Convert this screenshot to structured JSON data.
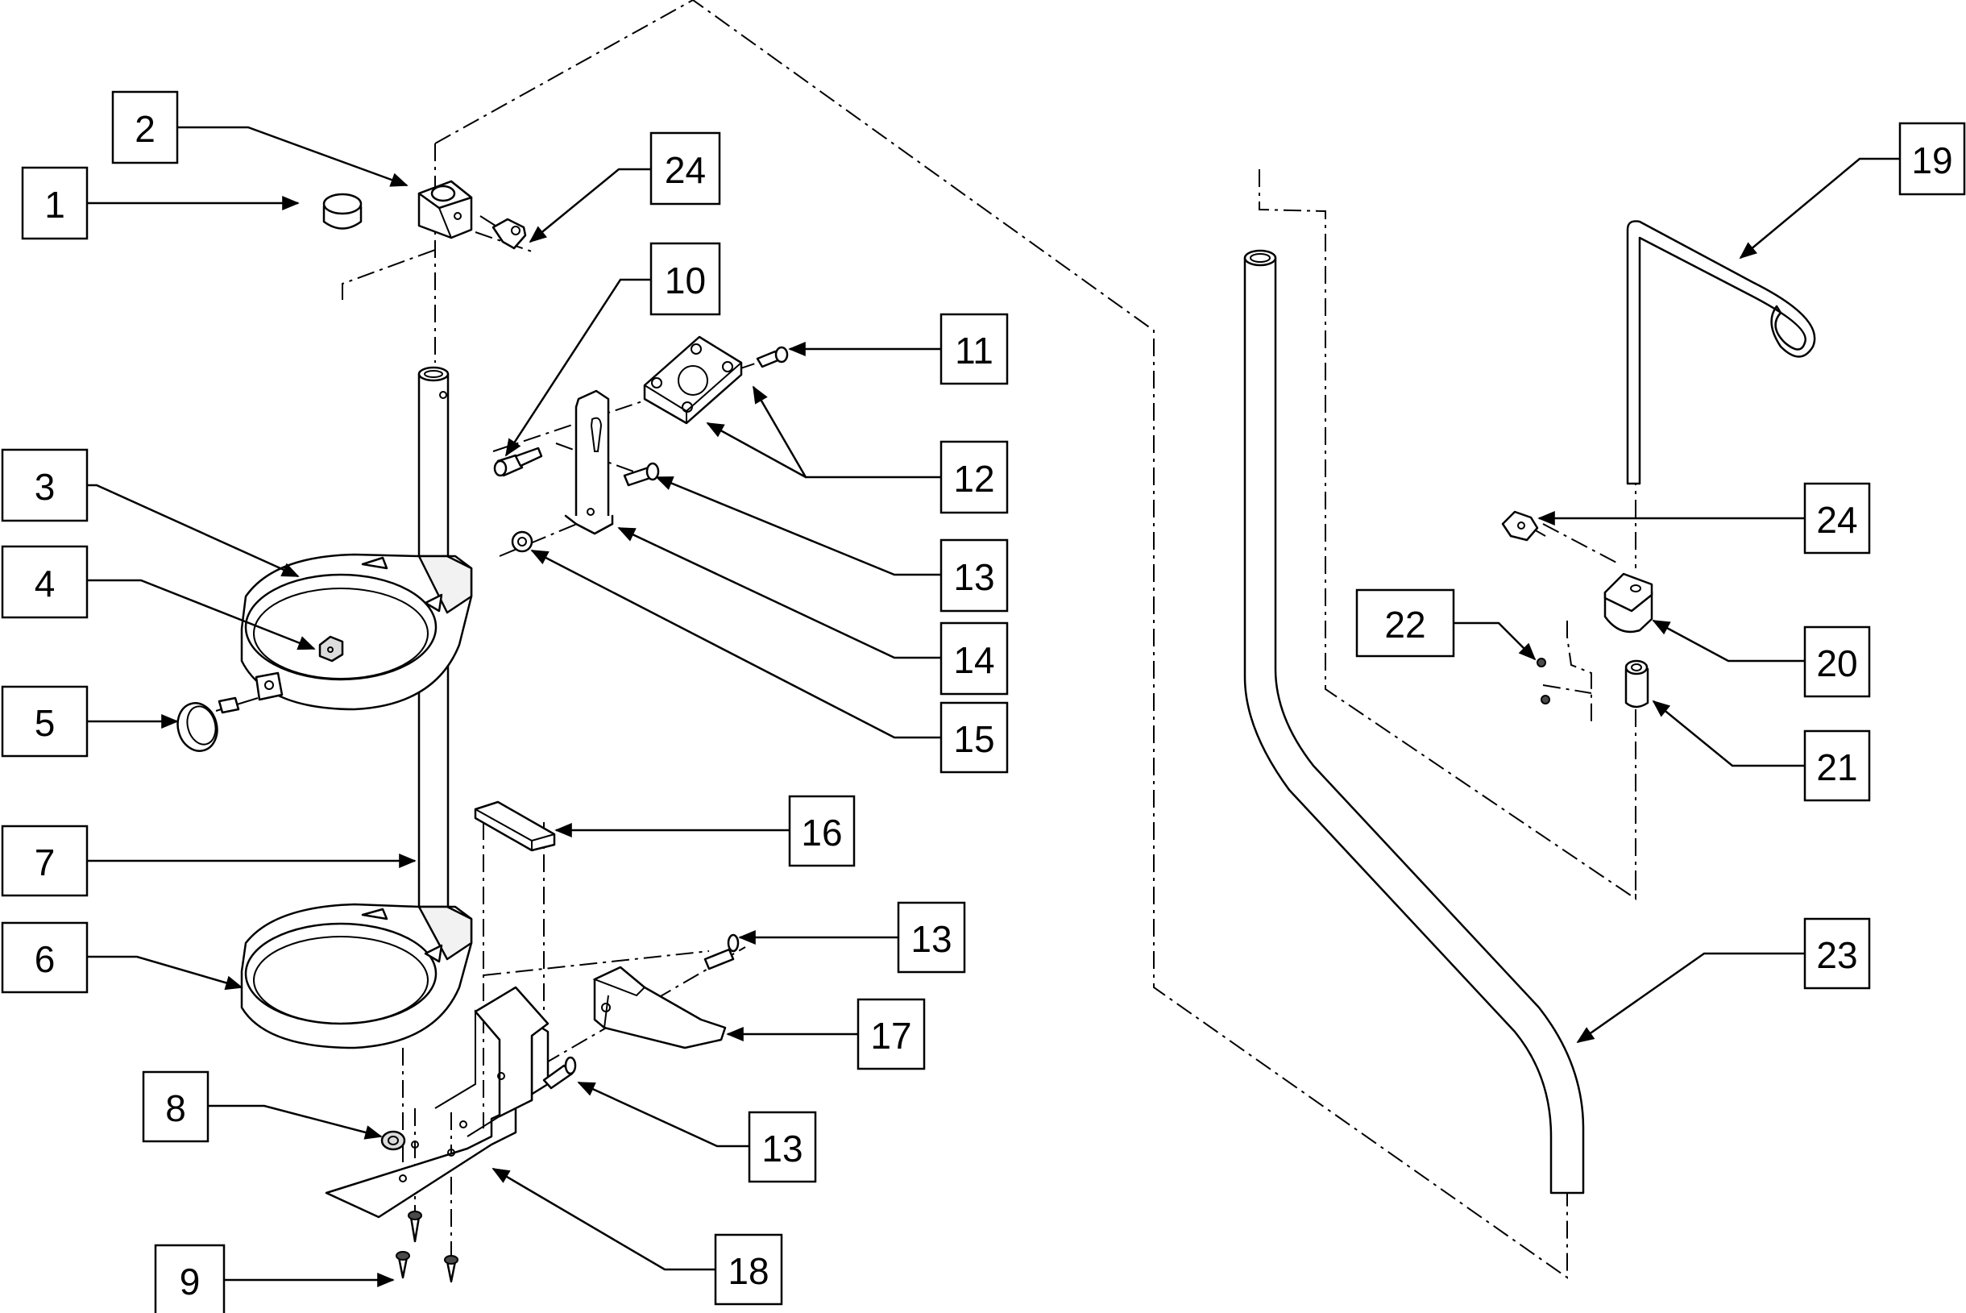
{
  "callouts": [
    {
      "id": "c1",
      "label": "1"
    },
    {
      "id": "c2",
      "label": "2"
    },
    {
      "id": "c24a",
      "label": "24"
    },
    {
      "id": "c10",
      "label": "10"
    },
    {
      "id": "c11",
      "label": "11"
    },
    {
      "id": "c12",
      "label": "12"
    },
    {
      "id": "c3",
      "label": "3"
    },
    {
      "id": "c4",
      "label": "4"
    },
    {
      "id": "c13a",
      "label": "13"
    },
    {
      "id": "c14",
      "label": "14"
    },
    {
      "id": "c5",
      "label": "5"
    },
    {
      "id": "c15",
      "label": "15"
    },
    {
      "id": "c16",
      "label": "16"
    },
    {
      "id": "c7",
      "label": "7"
    },
    {
      "id": "c6",
      "label": "6"
    },
    {
      "id": "c13b",
      "label": "13"
    },
    {
      "id": "c17",
      "label": "17"
    },
    {
      "id": "c8",
      "label": "8"
    },
    {
      "id": "c13c",
      "label": "13"
    },
    {
      "id": "c9",
      "label": "9"
    },
    {
      "id": "c18",
      "label": "18"
    },
    {
      "id": "c19",
      "label": "19"
    },
    {
      "id": "c24b",
      "label": "24"
    },
    {
      "id": "c22",
      "label": "22"
    },
    {
      "id": "c20",
      "label": "20"
    },
    {
      "id": "c21",
      "label": "21"
    },
    {
      "id": "c23",
      "label": "23"
    }
  ],
  "colors": {
    "line": "#000000",
    "background": "#ffffff",
    "shade": "#dcdcdc"
  }
}
